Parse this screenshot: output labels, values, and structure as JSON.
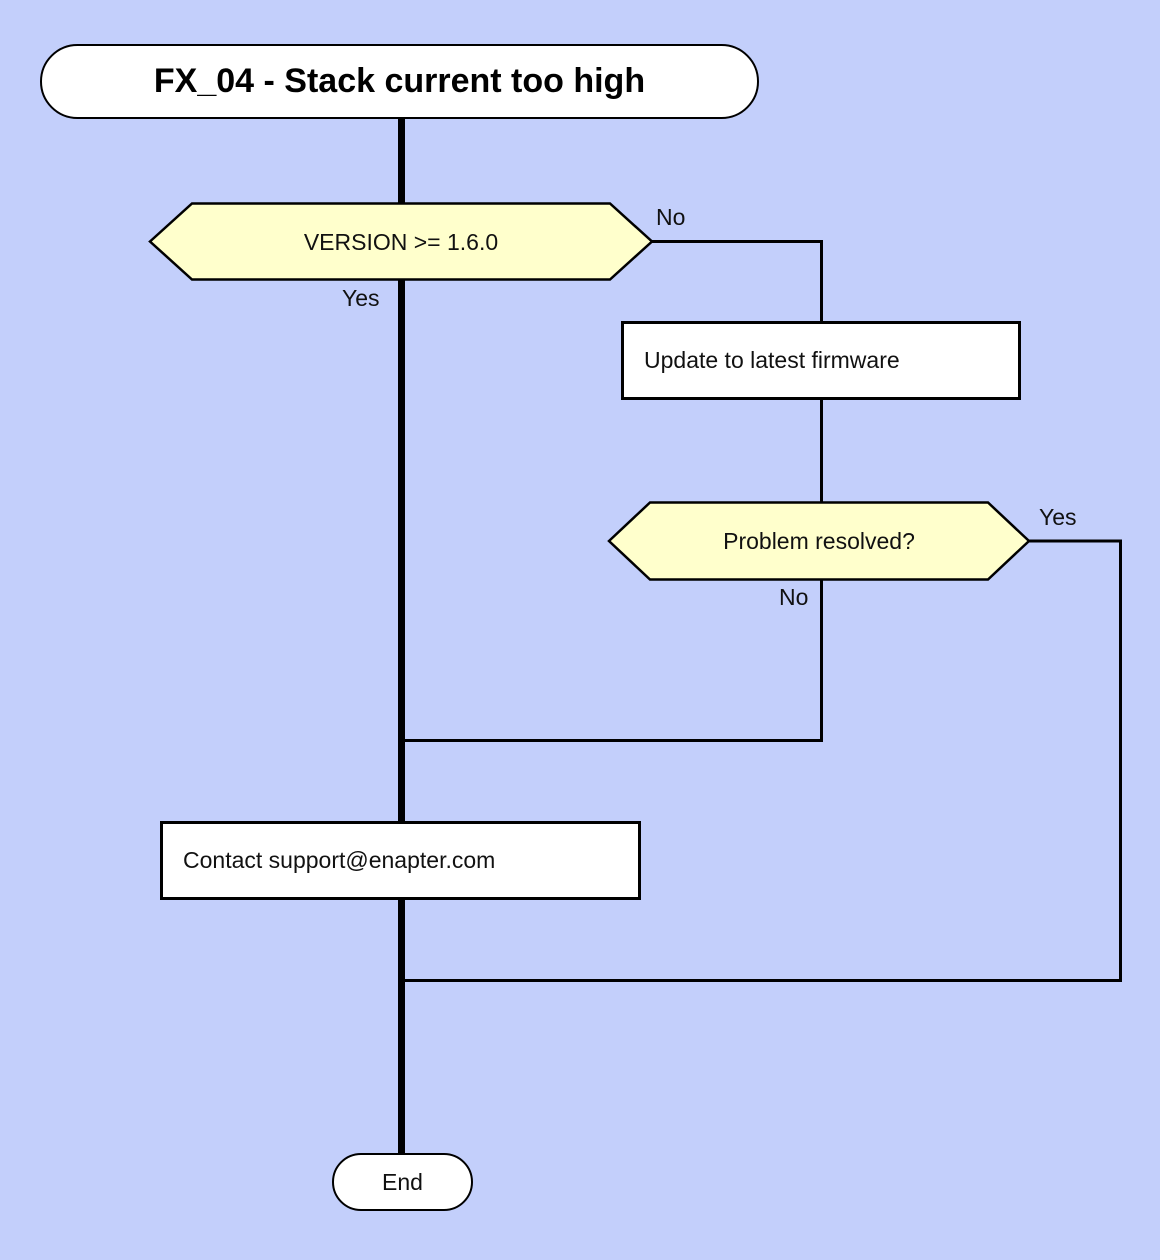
{
  "diagram": {
    "type": "flowchart",
    "direction": "top-down",
    "title": "FX_04 - Stack current too high",
    "nodes": {
      "start": {
        "label": "FX_04 - Stack current too high",
        "shape": "stadium"
      },
      "version_check": {
        "label": "VERSION >= 1.6.0",
        "shape": "hexagon-decision"
      },
      "update_firmware": {
        "label": "Update to latest firmware",
        "shape": "rectangle"
      },
      "problem_resolved": {
        "label": "Problem resolved?",
        "shape": "hexagon-decision"
      },
      "contact_support": {
        "label": "Contact support@enapter.com",
        "shape": "rectangle"
      },
      "end": {
        "label": "End",
        "shape": "stadium"
      }
    },
    "edges": [
      {
        "from": "start",
        "to": "version_check",
        "label": ""
      },
      {
        "from": "version_check",
        "to": "update_firmware",
        "label": "No"
      },
      {
        "from": "version_check",
        "to": "contact_support",
        "label": "Yes"
      },
      {
        "from": "update_firmware",
        "to": "problem_resolved",
        "label": ""
      },
      {
        "from": "problem_resolved",
        "to": "end",
        "label": "Yes"
      },
      {
        "from": "problem_resolved",
        "to": "contact_support",
        "label": "No"
      },
      {
        "from": "contact_support",
        "to": "end",
        "label": ""
      }
    ],
    "colors": {
      "background": "#c3cffb",
      "decision_fill": "#ffffcc",
      "node_fill": "#ffffff",
      "line": "#000000",
      "text": "#111111"
    }
  }
}
